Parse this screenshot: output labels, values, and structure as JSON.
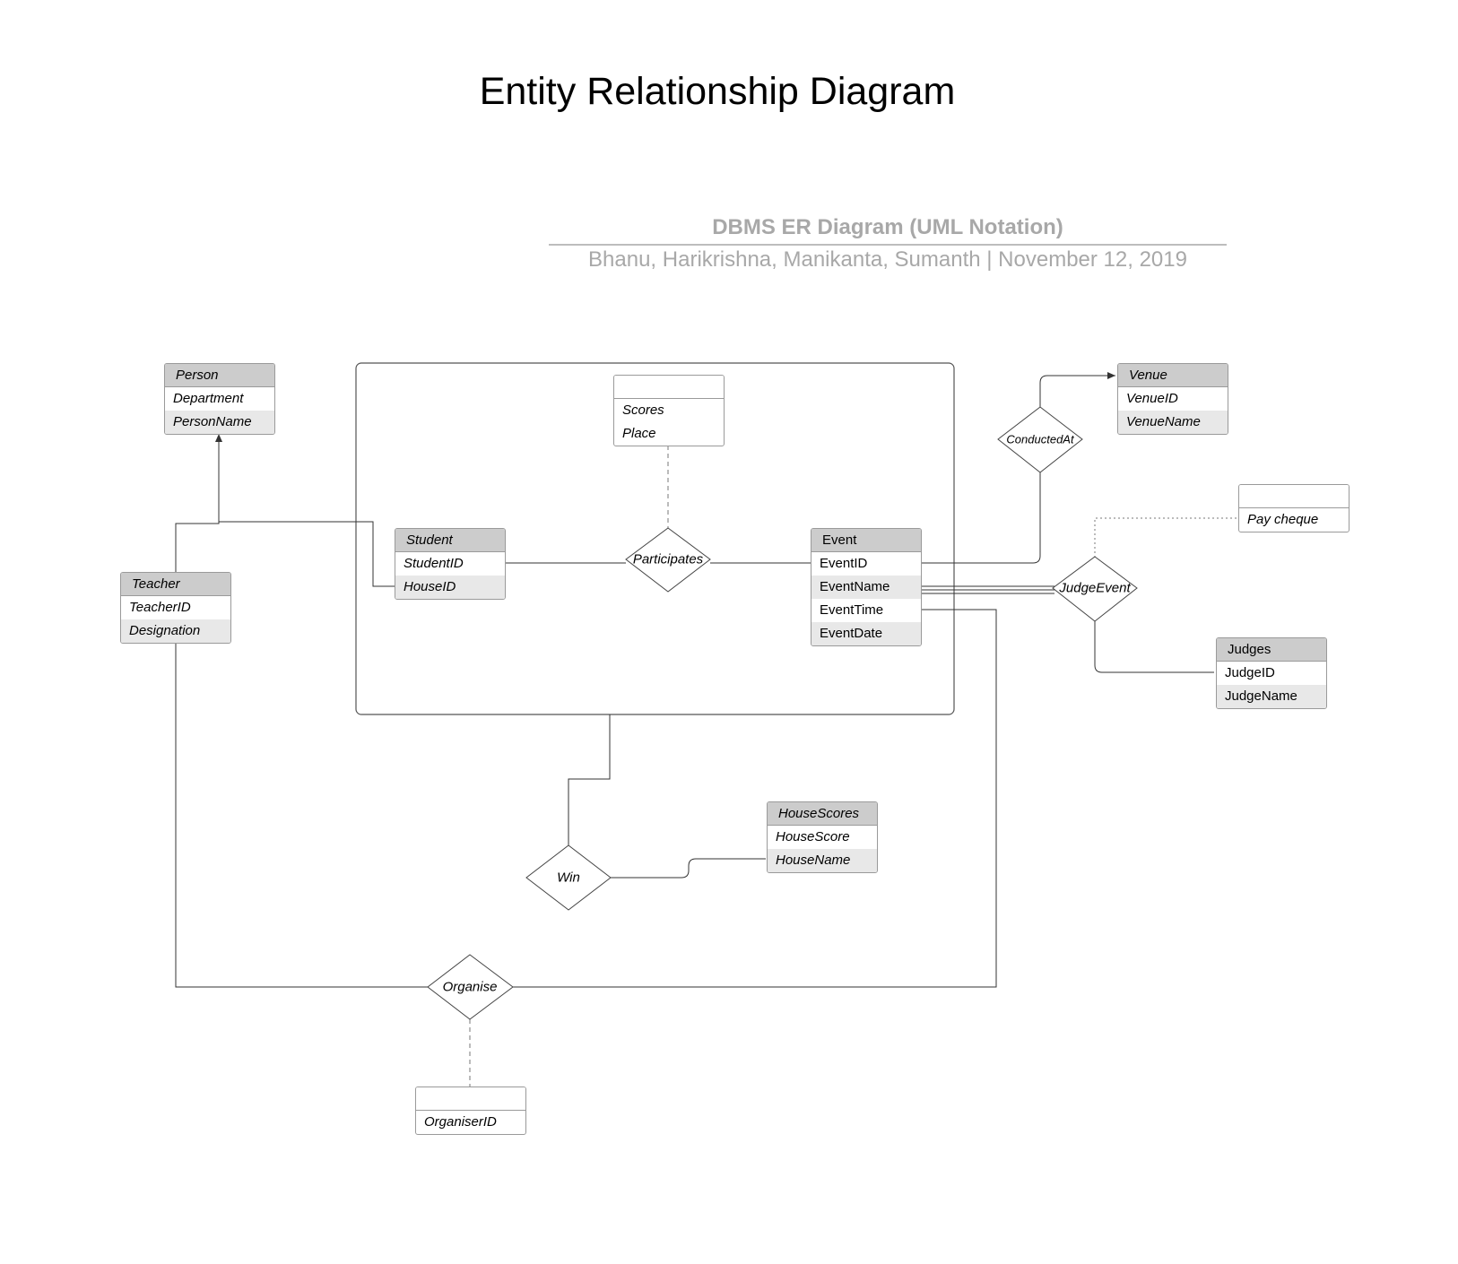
{
  "title": "Entity Relationship Diagram",
  "subtitle": "DBMS ER Diagram (UML Notation)",
  "byline": "Bhanu, Harikrishna, Manikanta, Sumanth  |  November 12, 2019",
  "entities": {
    "person": {
      "header": "Person",
      "rows": [
        "Department",
        "PersonName"
      ]
    },
    "teacher": {
      "header": "Teacher",
      "rows": [
        "TeacherID",
        "Designation"
      ]
    },
    "student": {
      "header": "Student",
      "rows": [
        "StudentID",
        "HouseID"
      ]
    },
    "scores": {
      "header": "",
      "rows": [
        "Scores",
        "Place"
      ]
    },
    "event": {
      "header": "Event",
      "rows": [
        "EventID",
        "EventName",
        "EventTime",
        "EventDate"
      ]
    },
    "venue": {
      "header": "Venue",
      "rows": [
        "VenueID",
        "VenueName"
      ]
    },
    "paycheque": {
      "header": "",
      "rows": [
        "Pay cheque"
      ]
    },
    "judges": {
      "header": "Judges",
      "rows": [
        "JudgeID",
        "JudgeName"
      ]
    },
    "housescores": {
      "header": "HouseScores",
      "rows": [
        "HouseScore",
        "HouseName"
      ]
    },
    "organiser": {
      "header": "",
      "rows": [
        "OrganiserID"
      ]
    }
  },
  "relationships": {
    "participates": "Participates",
    "conducted_at": "ConductedAt",
    "judge_event": "JudgeEvent",
    "win": "Win",
    "organise": "Organise"
  }
}
